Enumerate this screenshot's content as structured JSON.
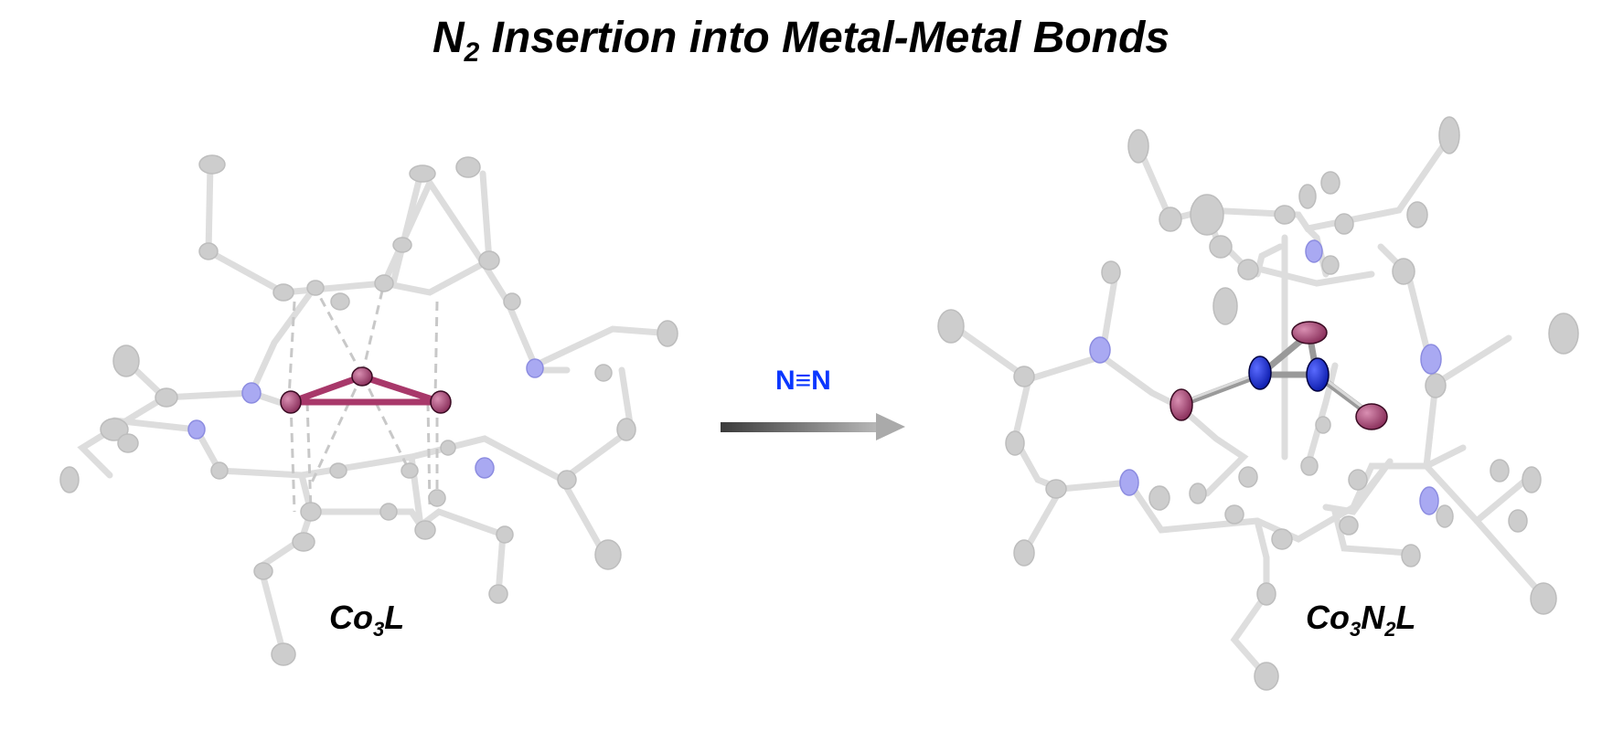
{
  "title": {
    "pre": "N",
    "sub": "2",
    "post": " Insertion into Metal-Metal Bonds"
  },
  "left_label": {
    "pre": "Co",
    "sub": "3",
    "post": "L"
  },
  "right_label": {
    "a": "Co",
    "b": "3",
    "c": "N",
    "d": "2",
    "e": "L"
  },
  "reagent": "N≡N",
  "colors": {
    "cobalt": "#a8386a",
    "nitrogen_highlight": "#0a1de0",
    "reagent_text": "#0a37ff",
    "faded_atom": "#c9c9c9",
    "faded_nitrogen": "#9d9dee"
  }
}
